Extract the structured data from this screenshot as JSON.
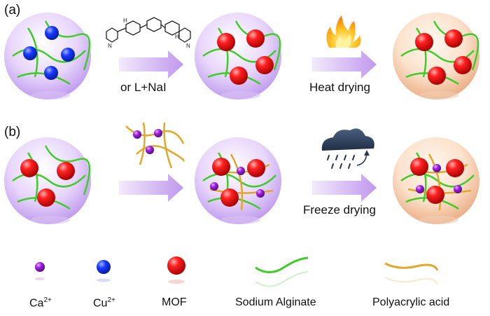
{
  "panels": [
    {
      "tag": "(a)",
      "step1_label": "or L+NaI",
      "step2_label": "Heat drying"
    },
    {
      "tag": "(b)",
      "step2_label": "Freeze drying"
    }
  ],
  "legend": {
    "ca": {
      "base": "Ca",
      "sup": "2+"
    },
    "cu": {
      "base": "Cu",
      "sup": "2+"
    },
    "mof": "MOF",
    "alginate": "Sodium Alginate",
    "paa": "Polyacrylic acid"
  },
  "colors": {
    "sphere_gel": "#c9a6f0",
    "sphere_dried": "#f4c9a8",
    "cu": "#1030e0",
    "mof": "#e81010",
    "ca": "#9a20d0",
    "alginate": "#3fcc2a",
    "paa": "#e0a82a",
    "arrow": "#c9a8f0"
  },
  "icons": [
    "ligand-structure-icon",
    "flame-icon",
    "rain-cloud-icon"
  ]
}
